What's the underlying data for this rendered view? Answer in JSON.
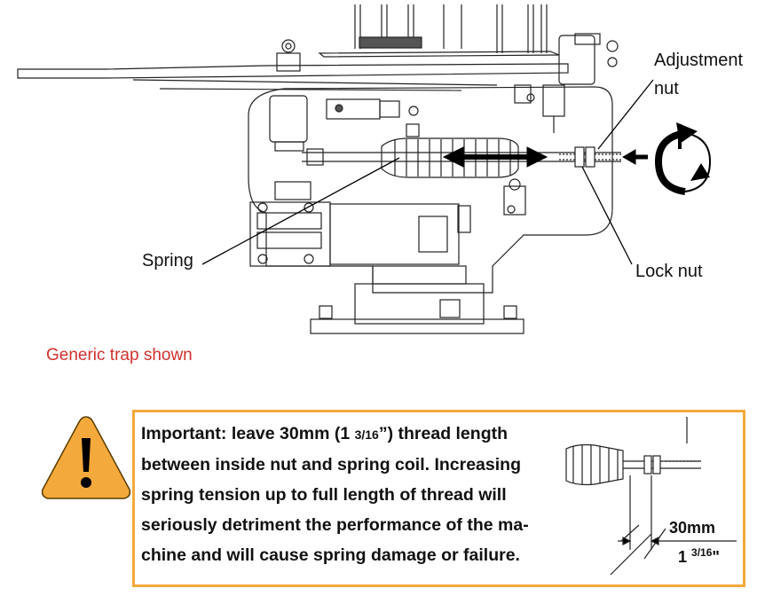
{
  "figure": {
    "labels": {
      "adjustment_nut": "Adjustment nut",
      "spring": "Spring",
      "lock_nut": "Lock nut"
    },
    "caption": "Generic trap shown"
  },
  "warning": {
    "text_parts": {
      "a": "Important: leave 30mm (1 ",
      "frac": "3/16",
      "b": "”) thread length between inside nut and spring coil. Increasing spring tension up to full length of thread will seriously detriment the performance of the ma-chine and will cause spring damage or failure."
    },
    "dim_mm": "30mm",
    "dim_in_whole": "1",
    "dim_in_frac": "3/16",
    "dim_in_quote": "\"",
    "border_color": "#f3a93b",
    "icon_color": "#f3a93b"
  },
  "colors": {
    "caption": "#d0312d"
  }
}
